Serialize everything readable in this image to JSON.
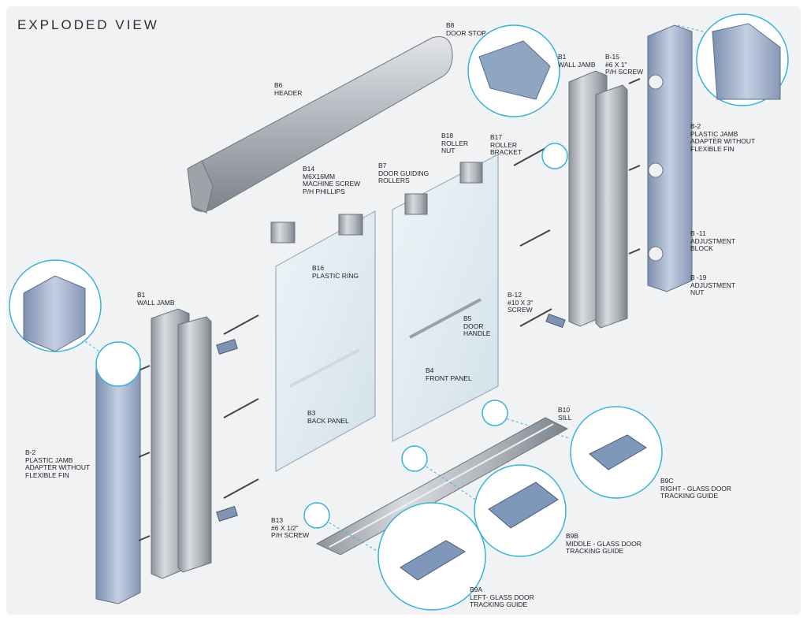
{
  "title": "EXPLODED VIEW",
  "labels": {
    "b8": [
      "B8",
      "DOOR  STOP"
    ],
    "b6": [
      "B6",
      "HEADER"
    ],
    "b1_right": [
      "B1",
      "WALL JAMB"
    ],
    "b15": [
      "B-15",
      "#6 x 1\"",
      "P/H SCREW"
    ],
    "b2_right": [
      "B-2",
      "PLASTIC JAMB",
      "ADAPTER WITHOUT",
      "FLEXIBLE FIN"
    ],
    "b18": [
      "B18",
      "ROLLER",
      "NUT"
    ],
    "b17": [
      "B17",
      "ROLLER",
      "BRACKET"
    ],
    "b7": [
      "B7",
      "DOOR GUIDING",
      "ROLLERS"
    ],
    "b14": [
      "B14",
      "M6x16mm",
      "MACHINE SCREW",
      "P/H PHILLIPS"
    ],
    "b11": [
      "B -11",
      "ADJUSTMENT",
      "BLOCK"
    ],
    "b19": [
      "B -19",
      "ADJUSTMENT",
      "NUT"
    ],
    "b16": [
      "B16",
      "PLASTIC RING"
    ],
    "b12": [
      "B-12",
      "#10 x 3\"",
      "SCREW"
    ],
    "b5": [
      "B5",
      "DOOR",
      "HANDLE"
    ],
    "b1_left": [
      "B1",
      "WALL JAMB"
    ],
    "b4": [
      "B4",
      "FRONT  PANEL"
    ],
    "b10": [
      "B10",
      "SILL"
    ],
    "b3": [
      "B3",
      "BACK  PANEL"
    ],
    "b9c": [
      "B9C",
      "RIGHT - GLASS DOOR",
      "TRACKING GUIDE"
    ],
    "b2_left": [
      "B-2",
      "PLASTIC JAMB",
      "ADAPTER WITHOUT",
      "FLEXIBLE FIN"
    ],
    "b9b": [
      "B9B",
      "MIDDLE - GLASS DOOR",
      "TRACKING GUIDE"
    ],
    "b13": [
      "B13",
      "#6 x 1/2\"",
      "P/H SCREW"
    ],
    "b9a": [
      "B9A",
      "LEFT-  GLASS DOOR",
      "TRACKING GUIDE"
    ]
  },
  "colors": {
    "background": "#f1f2f4",
    "metal": "#b9bdc4",
    "metal_dark": "#8a8f98",
    "plastic_blue": "#8ea6c2",
    "glass": "#dbe7ee",
    "callout": "#38b3d6"
  }
}
